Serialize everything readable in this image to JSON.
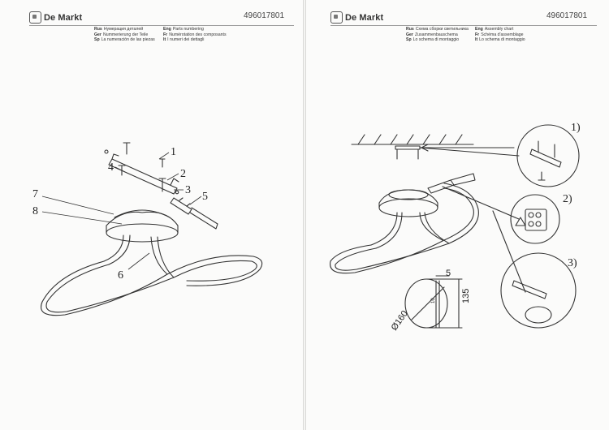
{
  "brand": {
    "name": "De Markt",
    "logo": "de-markt-logo-square"
  },
  "left_page": {
    "doc_number": "496017801",
    "languages": [
      {
        "code": "Rus",
        "text": "Нумерация деталей"
      },
      {
        "code": "Eng",
        "text": "Parts numbering"
      },
      {
        "code": "Ger",
        "text": "Nummerierung der Teile"
      },
      {
        "code": "Fr",
        "text": "Numérotation des composants"
      },
      {
        "code": "Sp",
        "text": "La numeración de las piezas"
      },
      {
        "code": "It",
        "text": "I numeri dei dettagli"
      }
    ],
    "callouts": [
      "1",
      "2",
      "3",
      "4",
      "5",
      "6",
      "7",
      "8"
    ]
  },
  "right_page": {
    "doc_number": "496017801",
    "languages": [
      {
        "code": "Rus",
        "text": "Схема сборки светильника"
      },
      {
        "code": "Eng",
        "text": "Assembly chart"
      },
      {
        "code": "Ger",
        "text": "Zusammenbauschema"
      },
      {
        "code": "Fr",
        "text": "Schéma d'assemblage"
      },
      {
        "code": "Sp",
        "text": "Lo schema di montaggio"
      },
      {
        "code": "It",
        "text": "Lo schema di montaggio"
      }
    ],
    "steps": [
      "1)",
      "2)",
      "3)"
    ],
    "dimensions": {
      "diameter": "Ø160",
      "height": "135",
      "thickness": "5",
      "small": "10"
    }
  }
}
